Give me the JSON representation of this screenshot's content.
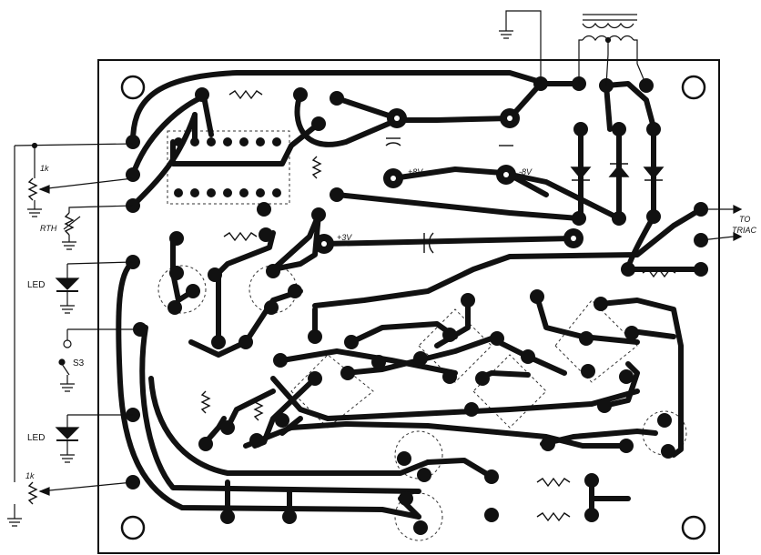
{
  "diagram": {
    "labels": {
      "pot_top": "1k",
      "rth": "RTH",
      "led_top": "LED",
      "switch": "S3",
      "led_bottom": "LED",
      "pot_bottom": "1k",
      "rail_plus8_left": "+8V",
      "rail_minus8": "-8V",
      "rail_plus3": "+3V",
      "to_triac_line1": "TO",
      "to_triac_line2": "TRIAC"
    }
  }
}
